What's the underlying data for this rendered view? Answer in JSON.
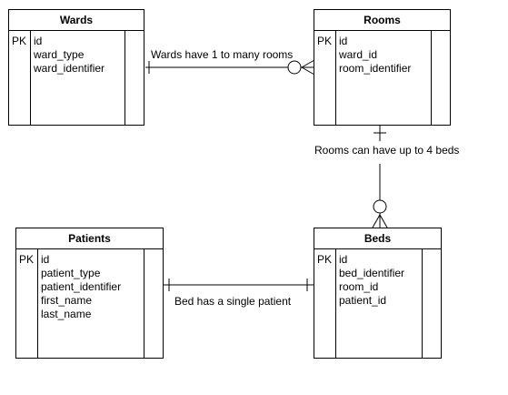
{
  "entities": {
    "wards": {
      "title": "Wards",
      "key": "PK",
      "attributes": [
        "id",
        "ward_type",
        "ward_identifier"
      ]
    },
    "rooms": {
      "title": "Rooms",
      "key": "PK",
      "attributes": [
        "id",
        "ward_id",
        "room_identifier"
      ]
    },
    "patients": {
      "title": "Patients",
      "key": "PK",
      "attributes": [
        "id",
        "patient_type",
        "patient_identifier",
        "first_name",
        "last_name"
      ]
    },
    "beds": {
      "title": "Beds",
      "key": "PK",
      "attributes": [
        "id",
        "bed_identifier",
        "room_id",
        "patient_id"
      ]
    }
  },
  "relationships": {
    "wards_rooms": {
      "label": "Wards have 1 to many rooms",
      "from": "one",
      "to": "zero-or-many"
    },
    "rooms_beds": {
      "label": "Rooms can have up to 4 beds",
      "from": "one",
      "to": "zero-or-many"
    },
    "patients_beds": {
      "label": "Bed has a single patient",
      "from": "one",
      "to": "one"
    }
  }
}
